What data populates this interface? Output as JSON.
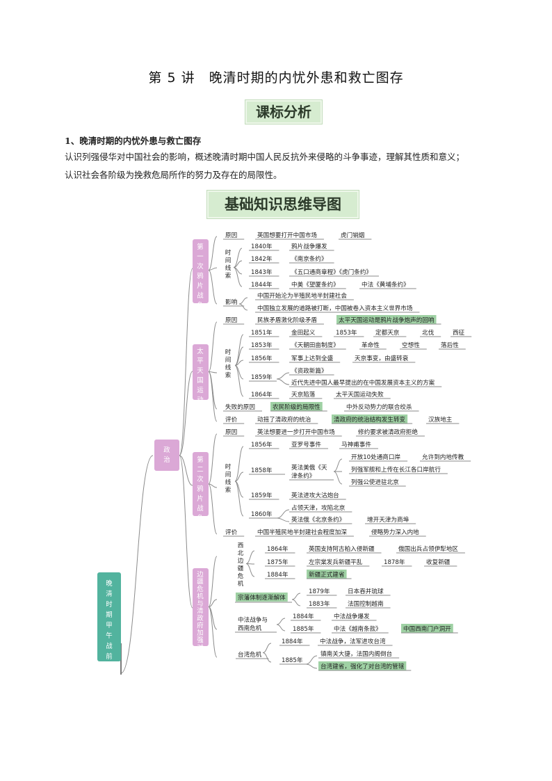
{
  "doc": {
    "title": "第 5 讲　晚清时期的内忧外患和救亡图存",
    "banner_analysis": "课标分析",
    "section_heading": "1、晚清时期的内忧外患与救亡图存",
    "para_line1": "认识列强侵华对中国社会的影响，概述晚清时期中国人民反抗外来侵略的斗争事迹，理解其性质和意义；",
    "para_line2": "认识社会各阶级为挽救危局所作的努力及存在的局限性。",
    "banner_mindmap": "基础知识思维导图"
  },
  "mindmap": {
    "root": "晚清时期甲午战前",
    "politics": "政治",
    "nodes": {
      "opium1": "第一次鸦片战争",
      "taiping": "太平天国运动",
      "opium2": "第二次鸦片战争",
      "frontier": "边疆危机与清政府加强对边疆地区的控制",
      "timeline": "时间线索",
      "northwest": "西北边疆危机"
    },
    "texts": [
      "原因",
      "英国想要打开中国市场",
      "虎门销烟",
      "1840年",
      "鸦片战争爆发",
      "1842年",
      "《南京条约》",
      "1843年",
      "《五口通商章程》《虎门条约》",
      "1844年",
      "中美《望厦条约》",
      "中法《黄埔条约》",
      "影响",
      "中国开始沦为半殖民地半封建社会",
      "中国独立发展的道路被打断，中国被卷入资本主义世界市场",
      "原因",
      "民族矛盾激化阶级矛盾",
      "太平天国运动是鸦片战争炮声的回响",
      "1851年",
      "金田起义",
      "1853年",
      "定都天京",
      "北伐",
      "西征",
      "1853年",
      "《天朝田亩制度》",
      "革命性",
      "空想性",
      "落后性",
      "1856年",
      "军事上达到全盛",
      "天京事变，由盛转衰",
      "1859年",
      "《资政新篇》",
      "近代先进中国人最早提出的在中国发展资本主义的方案",
      "1864年",
      "天京陷落",
      "太平天国运动失败",
      "失败的原因",
      "农民阶级的局限性",
      "中外反动势力的联合绞杀",
      "评价",
      "动摇了清政府的统治",
      "清政府的统治结构发生转变",
      "汉族地主",
      "原因",
      "英法想要进一步打开中国市场",
      "修约要求被清政府拒绝",
      "1856年",
      "亚罗号事件",
      "马神甫事件",
      "1858年",
      "英法美俄《天津条约》",
      "开放10处通商口岸",
      "允许到内地传教",
      "列强军舰和上传在长江各口岸航行",
      "列强公使进驻北京",
      "1859年",
      "英法进攻大沽炮台",
      "1860年",
      "占领天津，攻陷北京",
      "英法俄《北京条约》",
      "增开天津为商埠",
      "评价",
      "中国半殖民地半封建社会程度加深",
      "侵略势力深入内地",
      "1864年",
      "英国支持阿古柏入侵新疆",
      "俄国出兵占领伊犁地区",
      "1875年",
      "左宗棠发兵新疆平乱",
      "1878年",
      "收复新疆",
      "1884年",
      "新疆正式建省",
      "宗藩体制逐渐解体",
      "1879年",
      "日本吞并琉球",
      "1883年",
      "法国控制越南",
      "中法战争与西南危机",
      "1884年",
      "中法战争爆发",
      "1885年",
      "中法《越南条款》",
      "中国西南门户洞开",
      "台湾危机",
      "1884年",
      "中法战争，法军进攻台湾",
      "1885年",
      "镇南关大捷，法国内阁倒台",
      "台湾建省，强化了对台湾的管辖"
    ]
  },
  "colors": {
    "pink": "#dba8d6",
    "teal": "#52b39e",
    "green_box": "#9fd1a4",
    "line": "#8a8a8a",
    "banner": "#d6ecd0"
  }
}
